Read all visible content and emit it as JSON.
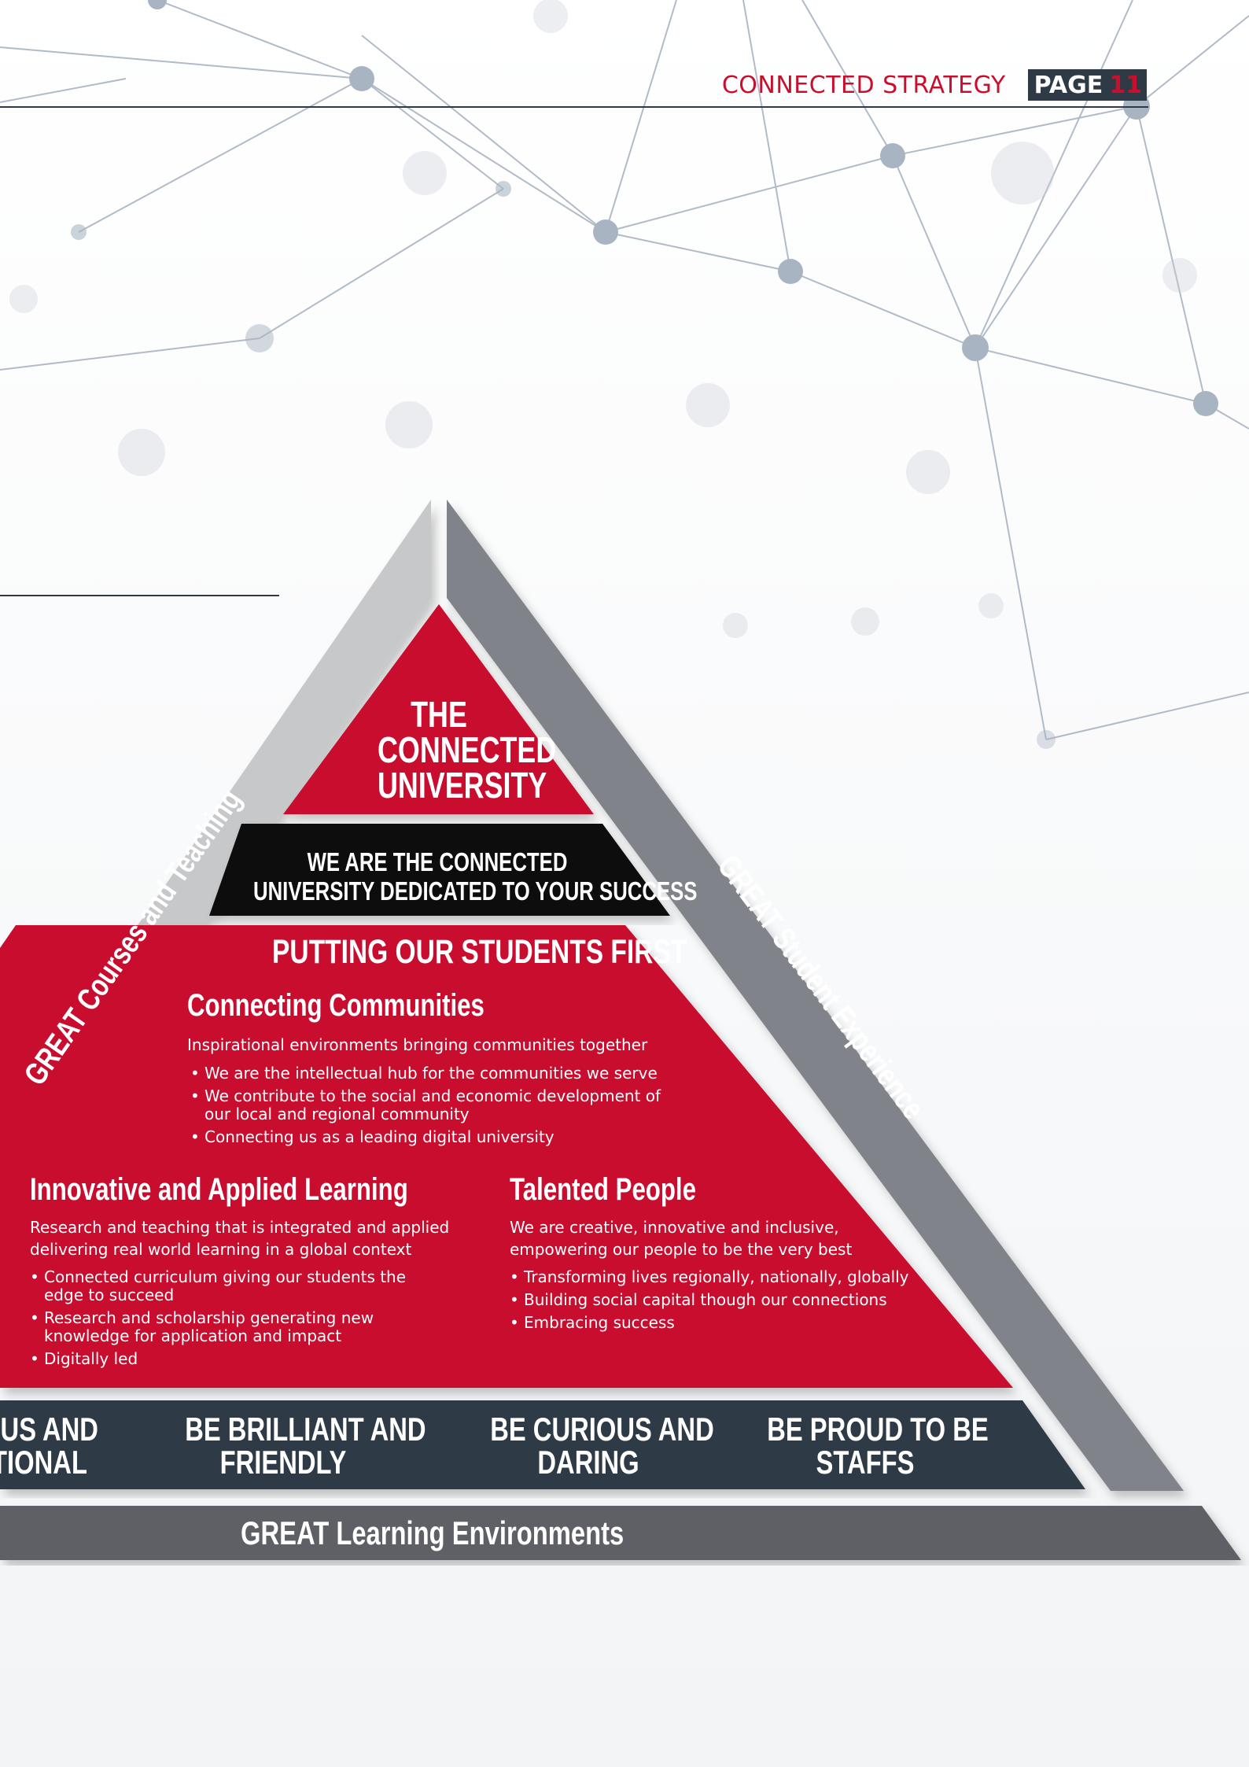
{
  "header": {
    "section_title": "CONNECTED STRATEGY",
    "page_label": "PAGE",
    "page_number": "11"
  },
  "pyramid": {
    "apex": [
      "THE",
      "CONNECTED",
      "UNIVERSITY"
    ],
    "band": [
      "WE ARE THE  CONNECTED",
      "UNIVERSITY DEDICATED  TO YOUR SUCCESS"
    ],
    "main_heading": "PUTTING OUR  STUDENTS FIRST",
    "left_side_label": "GREAT Courses and Teaching",
    "right_side_label": "GREAT Student Experience",
    "base_label": "GREAT Learning  Environments",
    "communities": {
      "title": "Connecting Communities",
      "intro": "Inspirational environments bringing communities together",
      "bullets": [
        "We are the intellectual hub for  the communities we serve",
        "We contribute to the social and  economic development of our local and regional community",
        "Connecting us as a leading digital university"
      ]
    },
    "learning": {
      "title": "Innovative and Applied Learning",
      "intro": "Research and teaching that is integrated and applied delivering real world learning in a global context",
      "bullets": [
        "Connected curriculum giving our students the edge to succeed",
        "Research and scholarship generating new knowledge for application and impact",
        "Digitally led"
      ]
    },
    "people": {
      "title": "Talented People",
      "intro": "We are creative, innovative and inclusive, empowering our people to be the very best",
      "bullets": [
        "Transforming lives regionally, nationally, globally",
        "Building social capital though our connections",
        "Embracing success"
      ]
    },
    "values": [
      [
        "OUS AND",
        "TIONAL"
      ],
      [
        "BE BRILLIANT AND",
        "FRIENDLY"
      ],
      [
        "BE CURIOUS AND",
        "DARING"
      ],
      [
        "BE PROUD TO BE",
        "STAFFS"
      ]
    ]
  },
  "colors": {
    "red": "#c8102e",
    "dark_navy": "#2e3a46",
    "black_band": "#111111",
    "gray_right": "#808389",
    "gray_left": "#c7c8ca",
    "gray_base": "#5e6166"
  }
}
